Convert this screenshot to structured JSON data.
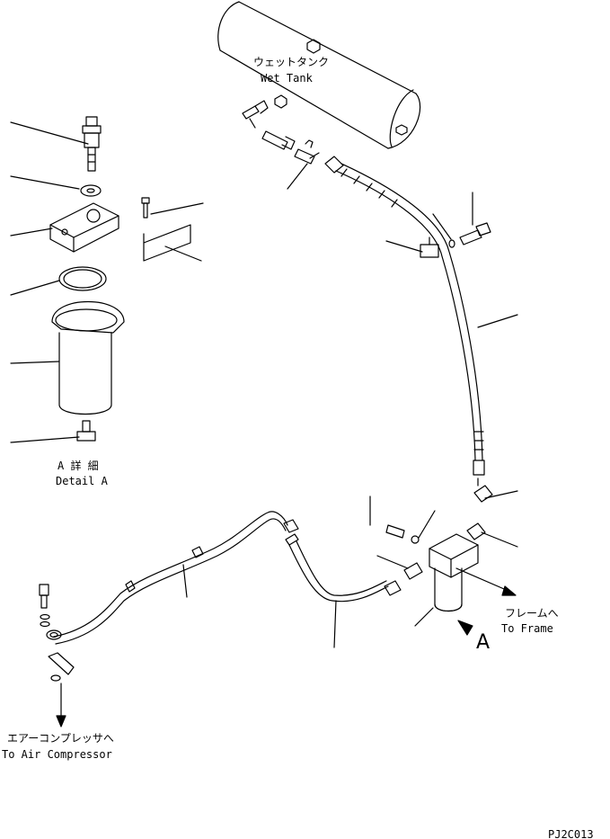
{
  "labels": {
    "wet_tank_jp": "ウェットタンク",
    "wet_tank_en": "Wet Tank",
    "detail_jp": "A 詳 細",
    "detail_en": "Detail A",
    "to_frame_jp": "フレームへ",
    "to_frame_en": "To Frame",
    "view_letter": "A",
    "to_compressor_jp": "エアーコンプレッサへ",
    "to_compressor_en": "To Air Compressor",
    "drawing_code": "PJ2C013"
  }
}
